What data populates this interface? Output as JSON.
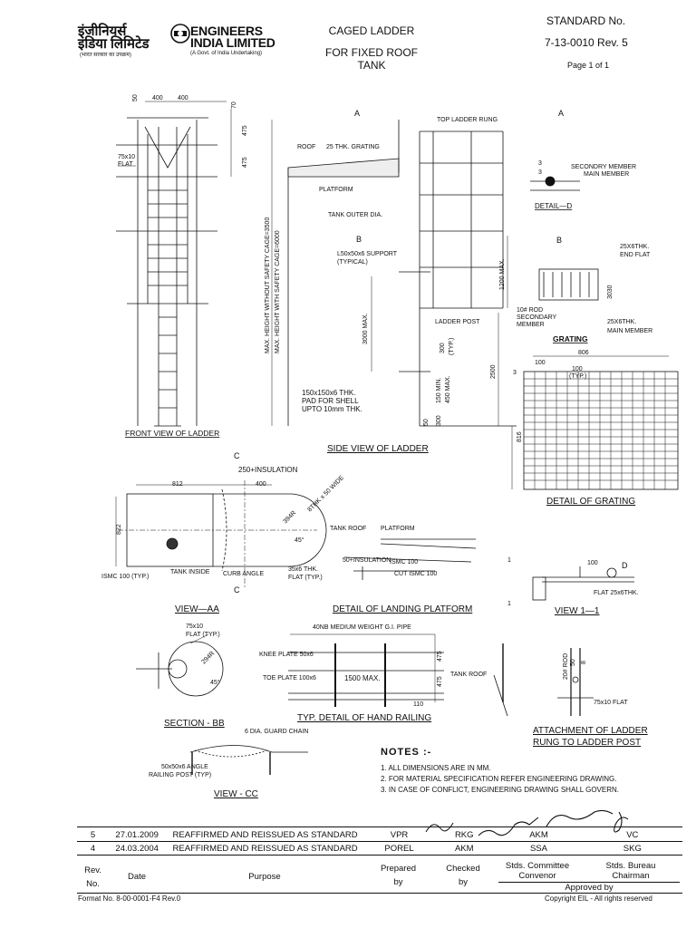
{
  "header": {
    "company_hindi_line1": "इंजीनियर्स",
    "company_hindi_line2": "इंडिया लिमिटेड",
    "company_hindi_small": "(भारत सरकार का उपक्रम)",
    "company_en_line1": "ENGINEERS",
    "company_en_line2": "INDIA LIMITED",
    "company_en_small": "(A Govt. of India Undertaking)",
    "title_line1": "CAGED LADDER",
    "title_line2": "FOR FIXED ROOF TANK",
    "standard_label": "STANDARD No.",
    "standard_number": "7-13-0010 Rev. 5",
    "page": "Page 1 of 1"
  },
  "drawing_labels": {
    "front_view": "FRONT VIEW OF LADDER",
    "side_view": "SIDE VIEW OF LADDER",
    "view_aa": "VIEW—AA",
    "detail_landing": "DETAIL OF LANDING PLATFORM",
    "section_bb": "SECTION - BB",
    "hand_railing": "TYP. DETAIL OF HAND RAILING",
    "view_cc": "VIEW - CC",
    "detail_d": "DETAIL—D",
    "grating": "GRATING",
    "detail_grating": "DETAIL OF GRATING",
    "view_11": "VIEW 1—1",
    "attachment_line1": "ATTACHMENT OF LADDER",
    "attachment_line2": "RUNG TO LADDER POST",
    "top_ladder_rung": "TOP LADDER RUNG",
    "roof": "ROOF",
    "grating_25": "25 THK. GRATING",
    "platform": "PLATFORM",
    "tank_outer_dia": "TANK OUTER DIA.",
    "support": "L50x50x6 SUPPORT",
    "typical": "(TYPICAL)",
    "ladder_post": "LADDER POST",
    "pad_line1": "150x150x6 THK.",
    "pad_line2": "PAD FOR SHELL",
    "pad_line3": "UPTO 10mm THK.",
    "max_height_1": "MAX. HEIGHT WITHOUT SAFETY CAGE=3500",
    "max_height_2": "MAX. HEIGHT WITH SAFETY CAGE=6000",
    "secondary_member": "SECONDRY MEMBER",
    "main_member": "MAIN MEMBER",
    "end_flat_1": "25X6THK.",
    "end_flat_2": "END FLAT",
    "rod_10": "10# ROD",
    "secondary_member_2": "SECONDARY",
    "member": "MEMBER",
    "main_member_2": "25X6THK.",
    "main_member_3": "MAIN MEMBER",
    "insulation": "250+INSULATION",
    "ismc_100_typ": "ISMC 100 (TYP.)",
    "tank_inside": "TANK INSIDE",
    "curb_angle": "CURB ANGLE",
    "flat_35x6": "35x6 THK.",
    "flat_typ": "FLAT (TYP.)",
    "flat_wide": "8THK x 50 WIDE",
    "tank_roof": "TANK ROOF",
    "platform_2": "PLATFORM",
    "insulation_50": "50+INSULATION",
    "ismc_100": "ISMC 100",
    "cut_ismc": "CUT ISMC 100",
    "flat_75x10": "75x10",
    "flat_typ_2": "FLAT (TYP.)",
    "gi_pipe": "40NB MEDIUM WEIGHT G.I. PIPE",
    "knee_plate": "KNEE PLATE 50x6",
    "toe_plate": "TOE PLATE 100x6",
    "max_1500": "1500 MAX.",
    "guard_chain": "6 DIA. GUARD CHAIN",
    "angle_50": "50x50x6 ANGLE",
    "railing_post": "RAILING POST (TYP)",
    "flat_25x6": "FLAT 25x6THK.",
    "rod_20": "20# ROD",
    "flat_75x10_2": "75x10 FLAT",
    "dims": [
      "50",
      "400",
      "400",
      "70",
      "475",
      "475",
      "75x10",
      "FLAT",
      "3000 MAX.",
      "300",
      "(TYP.)",
      "50",
      "150 MIN.",
      "450 MAX.",
      "300",
      "1200 MAX.",
      "2500",
      "3030",
      "806",
      "100",
      "100",
      "(TYP.)",
      "3",
      "816",
      "812",
      "400",
      "822",
      "394R",
      "45°",
      "100",
      "475",
      "475",
      "110",
      "294R",
      "45°",
      "50",
      "8",
      "A",
      "A",
      "B",
      "B",
      "C",
      "C",
      "D",
      "3",
      "3",
      "1",
      "1"
    ]
  },
  "notes": {
    "title": "NOTES :-",
    "items": [
      "1. ALL DIMENSIONS ARE IN MM.",
      "2. FOR MATERIAL SPECIFICATION REFER ENGINEERING DRAWING.",
      "3. IN CASE OF CONFLICT, ENGINEERING DRAWING SHALL GOVERN."
    ]
  },
  "revisions": [
    {
      "rev": "5",
      "date": "27.01.2009",
      "purpose": "REAFFIRMED AND REISSUED AS STANDARD",
      "prepared": "VPR",
      "checked": "RKG",
      "convenor": "AKM",
      "chairman": "VC"
    },
    {
      "rev": "4",
      "date": "24.03.2004",
      "purpose": "REAFFIRMED AND REISSUED AS STANDARD",
      "prepared": "POREL",
      "checked": "AKM",
      "convenor": "SSA",
      "chairman": "SKG"
    }
  ],
  "rev_header": {
    "rev_line1": "Rev.",
    "rev_line2": "No.",
    "date": "Date",
    "purpose": "Purpose",
    "prepared_line1": "Prepared",
    "prepared_line2": "by",
    "checked_line1": "Checked",
    "checked_line2": "by",
    "convenor_line1": "Stds. Committee",
    "convenor_line2": "Convenor",
    "chairman_line1": "Stds. Bureau",
    "chairman_line2": "Chairman",
    "approved_by": "Approved by"
  },
  "footer": {
    "format": "Format No. 8-00-0001-F4 Rev.0",
    "copyright": "Copyright EIL - All rights reserved"
  }
}
